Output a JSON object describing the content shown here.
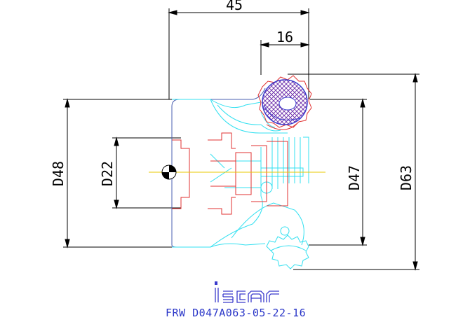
{
  "dimensions": {
    "width_overall": "45",
    "width_insert": "16",
    "d48": "D48",
    "d22": "D22",
    "d47": "D47",
    "d63": "D63"
  },
  "caption": "FRW D047A063-05-22-16",
  "logo": {
    "text": "iscar",
    "icon": "iscar-logo"
  },
  "colors": {
    "cyan": "#33e0f0",
    "red": "#e03030",
    "blue": "#3a3acc",
    "purple": "#6a2aa8",
    "yellow": "#e8c800",
    "dim": "#000000"
  }
}
